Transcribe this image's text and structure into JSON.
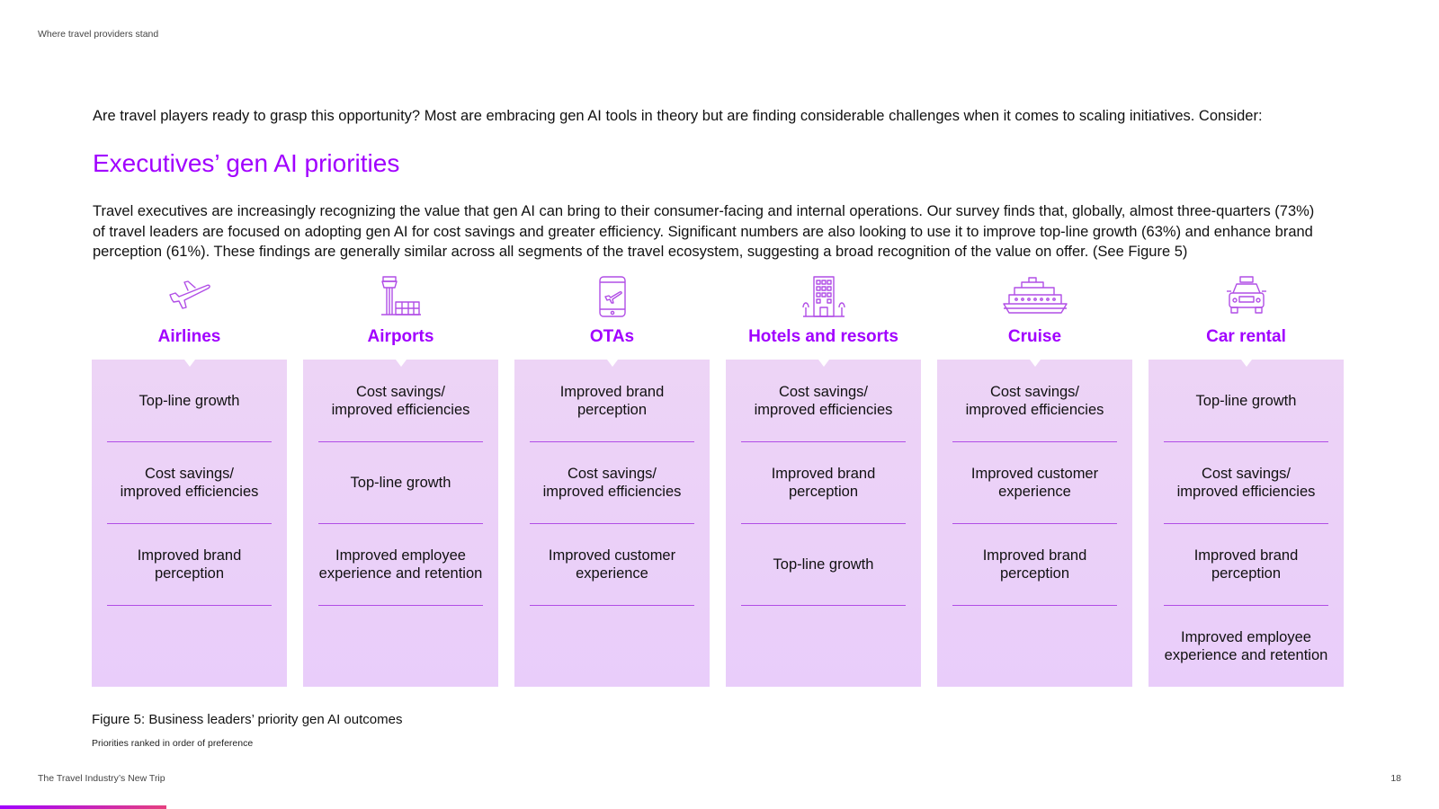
{
  "header": {
    "running_title": "Where travel providers stand"
  },
  "intro": "Are travel players ready to grasp this opportunity? Most are embracing gen AI tools in theory but are finding considerable challenges when it comes to scaling initiatives. Consider:",
  "section": {
    "title": "Executives’ gen AI priorities",
    "paragraph": "Travel executives are increasingly recognizing the value that gen AI can bring to their consumer-facing and internal operations. Our survey finds that, globally, almost three-quarters (73%) of travel leaders are focused on adopting gen AI for cost savings and greater efficiency. Significant numbers are also looking to use it to improve top-line growth (63%) and enhance brand perception (61%). These findings are generally similar across all segments of the travel ecosystem, suggesting a broad recognition of the value on offer. (See Figure 5)"
  },
  "figure": {
    "columns": [
      {
        "name": "Airlines",
        "icon": "airplane-icon",
        "items": [
          "Top-line growth",
          "Cost savings/\nimproved efficiencies",
          "Improved brand\nperception"
        ]
      },
      {
        "name": "Airports",
        "icon": "airport-tower-icon",
        "items": [
          "Cost savings/\nimproved efficiencies",
          "Top-line growth",
          "Improved employee\nexperience and retention"
        ]
      },
      {
        "name": "OTAs",
        "icon": "smartphone-booking-icon",
        "items": [
          "Improved brand\nperception",
          "Cost savings/\nimproved efficiencies",
          "Improved customer\nexperience"
        ]
      },
      {
        "name": "Hotels and resorts",
        "icon": "hotel-building-icon",
        "items": [
          "Cost savings/\nimproved efficiencies",
          "Improved brand\nperception",
          "Top-line growth"
        ]
      },
      {
        "name": "Cruise",
        "icon": "cruise-ship-icon",
        "items": [
          "Cost savings/\nimproved efficiencies",
          "Improved customer\nexperience",
          "Improved brand\nperception"
        ]
      },
      {
        "name": "Car rental",
        "icon": "car-icon",
        "items": [
          "Top-line growth",
          "Cost savings/\nimproved efficiencies",
          "Improved brand\nperception",
          "Improved employee\nexperience and retention"
        ]
      }
    ],
    "caption": "Figure 5: Business leaders’ priority gen AI outcomes",
    "note": "Priorities ranked in order of preference"
  },
  "footer": {
    "title": "The Travel Industry’s New Trip",
    "page_number": "18"
  },
  "colors": {
    "accent": "#a100ff",
    "panel": "#ebd0f8",
    "divider": "#b14ee6"
  }
}
